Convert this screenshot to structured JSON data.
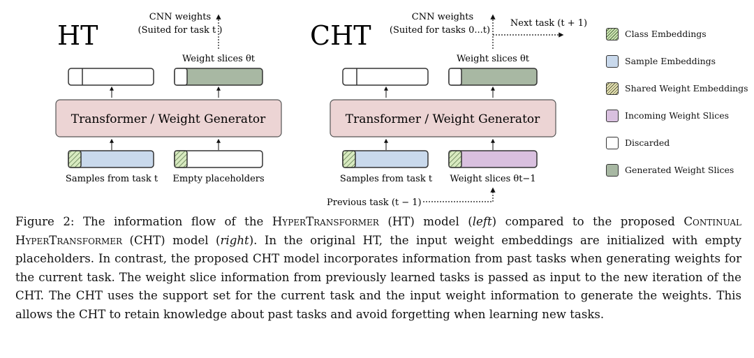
{
  "left_panel": {
    "title": "HT",
    "output_label_line1": "CNN weights",
    "output_label_line2": "(Suited for task t )",
    "weight_slices_label": "Weight slices θt",
    "generator_label": "Transformer / Weight Generator",
    "input_label_samples": "Samples from task t",
    "input_label_weights": "Empty placeholders"
  },
  "right_panel": {
    "title": "CHT",
    "output_label_line1": "CNN weights",
    "output_label_line2": "(Suited for tasks 0...t)",
    "next_task_label": "Next task (t + 1)",
    "weight_slices_label": "Weight slices θt",
    "generator_label": "Transformer / Weight Generator",
    "input_label_samples": "Samples from task t",
    "input_label_weights": "Weight slices θt−1",
    "previous_task_label": "Previous task (t − 1)"
  },
  "legend": [
    {
      "label": "Class Embeddings",
      "swatch": "hatch-green"
    },
    {
      "label": "Sample Embeddings",
      "swatch": "#c9d9ec"
    },
    {
      "label": "Shared Weight Embeddings",
      "swatch": "hatch-yellow"
    },
    {
      "label": "Incoming Weight Slices",
      "swatch": "#d9c0df"
    },
    {
      "label": "Discarded",
      "swatch": "#ffffff"
    },
    {
      "label": "Generated Weight Slices",
      "swatch": "#a8b8a3"
    }
  ],
  "colors": {
    "generator_fill": "#ecd4d4",
    "sample_fill": "#c9d9ec",
    "generated_fill": "#a8b8a3",
    "incoming_fill": "#d9c0df"
  },
  "caption": {
    "prefix": "Figure 2: The information flow of the ",
    "ht_name": "HyperTransformer",
    "part2": " (HT) model (",
    "left_word": "left",
    "part3": ") compared to the proposed ",
    "cht_name": "Continual HyperTransformer",
    "part4": " (CHT) model (",
    "right_word": "right",
    "part5": "). In the original HT, the input weight embeddings are initialized with empty placeholders. In contrast, the proposed CHT model incorporates information from past tasks when generating weights for the current task. The weight slice information from previously learned tasks is passed as input to the new iteration of the CHT. The CHT uses the support set for the current task and the input weight information to generate the weights. This allows the CHT to retain knowledge about past tasks and avoid forgetting when learning new tasks."
  }
}
